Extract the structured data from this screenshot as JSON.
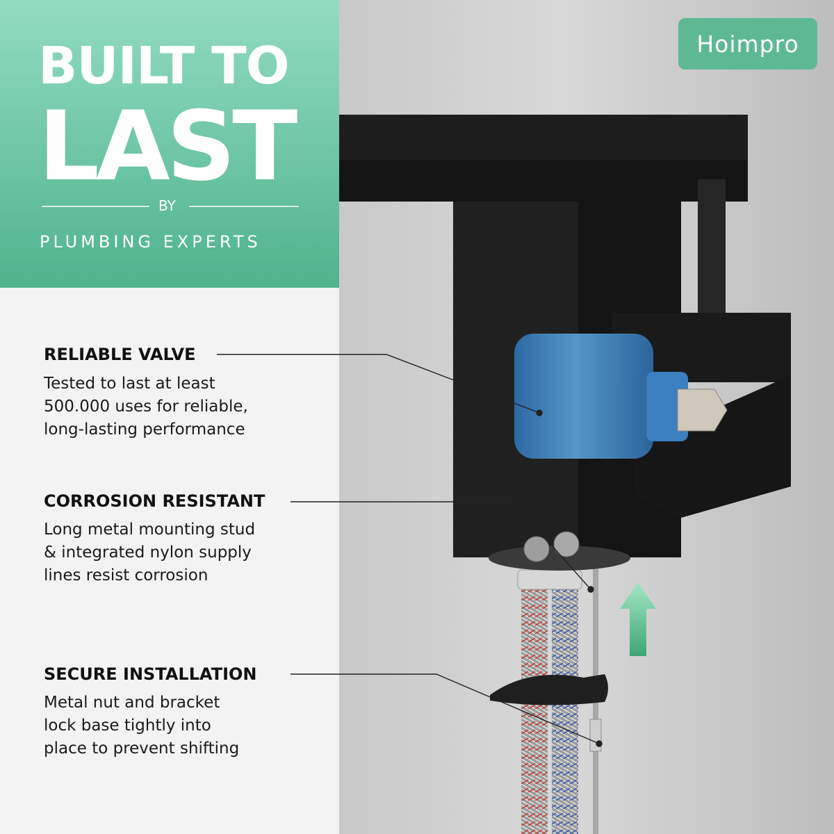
{
  "brand": {
    "logo_text": "Hoimpro",
    "logo_color": "#5fb894"
  },
  "hero": {
    "title_line1": "BUILT TO",
    "title_line2": "LAST",
    "by": "BY",
    "subtitle": "PLUMBING EXPERTS"
  },
  "features": [
    {
      "heading": "RELIABLE VALVE",
      "lines": [
        "Tested to last at least",
        "500.000 uses for reliable,",
        "long-lasting performance"
      ]
    },
    {
      "heading": "CORROSION RESISTANT",
      "lines": [
        "Long metal mounting stud",
        "& integrated nylon supply",
        "lines resist corrosion"
      ]
    },
    {
      "heading": "SECURE INSTALLATION",
      "lines": [
        "Metal nut and bracket",
        "lock base tightly into",
        "place to prevent shifting"
      ]
    }
  ],
  "colors": {
    "hero_gradient_top": "#93dcc2",
    "hero_gradient_bottom": "#4fb38c",
    "faucet": "#1c1c1c",
    "valve_cartridge": "#3f86c4",
    "arrow": "#5fbf8f"
  }
}
